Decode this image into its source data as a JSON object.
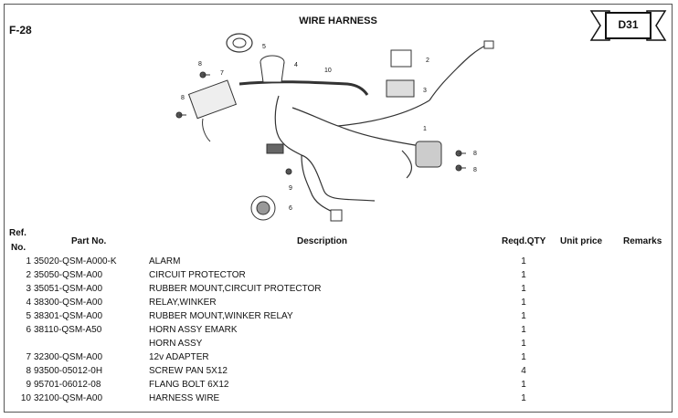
{
  "header": {
    "page_code": "F-28",
    "title": "WIRE HARNESS",
    "badge": "D31"
  },
  "diagram": {
    "callouts": [
      "1",
      "2",
      "3",
      "4",
      "5",
      "6",
      "7",
      "8",
      "8",
      "8",
      "8",
      "9",
      "10"
    ]
  },
  "table": {
    "columns": {
      "ref_line1": "Ref.",
      "ref_line2": "No.",
      "part_no": "Part No.",
      "description": "Description",
      "qty": "Reqd.QTY",
      "unit_price": "Unit price",
      "remarks": "Remarks"
    },
    "rows": [
      {
        "ref": "1",
        "part": "35020-QSM-A000-K",
        "desc": "ALARM",
        "qty": "1"
      },
      {
        "ref": "2",
        "part": "35050-QSM-A00",
        "desc": "CIRCUIT PROTECTOR",
        "qty": "1"
      },
      {
        "ref": "3",
        "part": "35051-QSM-A00",
        "desc": "RUBBER MOUNT,CIRCUIT PROTECTOR",
        "qty": "1"
      },
      {
        "ref": "4",
        "part": "38300-QSM-A00",
        "desc": "RELAY,WINKER",
        "qty": "1"
      },
      {
        "ref": "5",
        "part": "38301-QSM-A00",
        "desc": "RUBBER MOUNT,WINKER RELAY",
        "qty": "1"
      },
      {
        "ref": "6",
        "part": "38110-QSM-A50",
        "desc": "HORN ASSY EMARK",
        "qty": "1"
      },
      {
        "ref": "",
        "part": "",
        "desc": "HORN ASSY",
        "qty": "1"
      },
      {
        "ref": "7",
        "part": "32300-QSM-A00",
        "desc": "12v ADAPTER",
        "qty": "1"
      },
      {
        "ref": "8",
        "part": "93500-05012-0H",
        "desc": "SCREW PAN 5X12",
        "qty": "4"
      },
      {
        "ref": "9",
        "part": "95701-06012-08",
        "desc": "FLANG BOLT 6X12",
        "qty": "1"
      },
      {
        "ref": "10",
        "part": "32100-QSM-A00",
        "desc": "HARNESS WIRE",
        "qty": "1"
      }
    ]
  }
}
